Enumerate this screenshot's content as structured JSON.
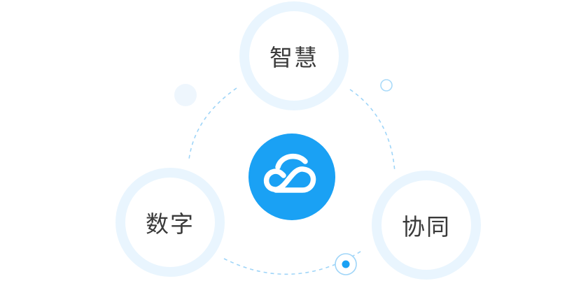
{
  "nodes": {
    "top": {
      "label": "智慧"
    },
    "left": {
      "label": "数字"
    },
    "right": {
      "label": "协同"
    }
  },
  "center": {
    "icon": "cloud-icon",
    "color": "#1aa1f4"
  },
  "colors": {
    "ring": "#e9f5fe",
    "dash": "#9fd5f8",
    "accent": "#1aa1f4",
    "text": "#3a3a3a"
  }
}
